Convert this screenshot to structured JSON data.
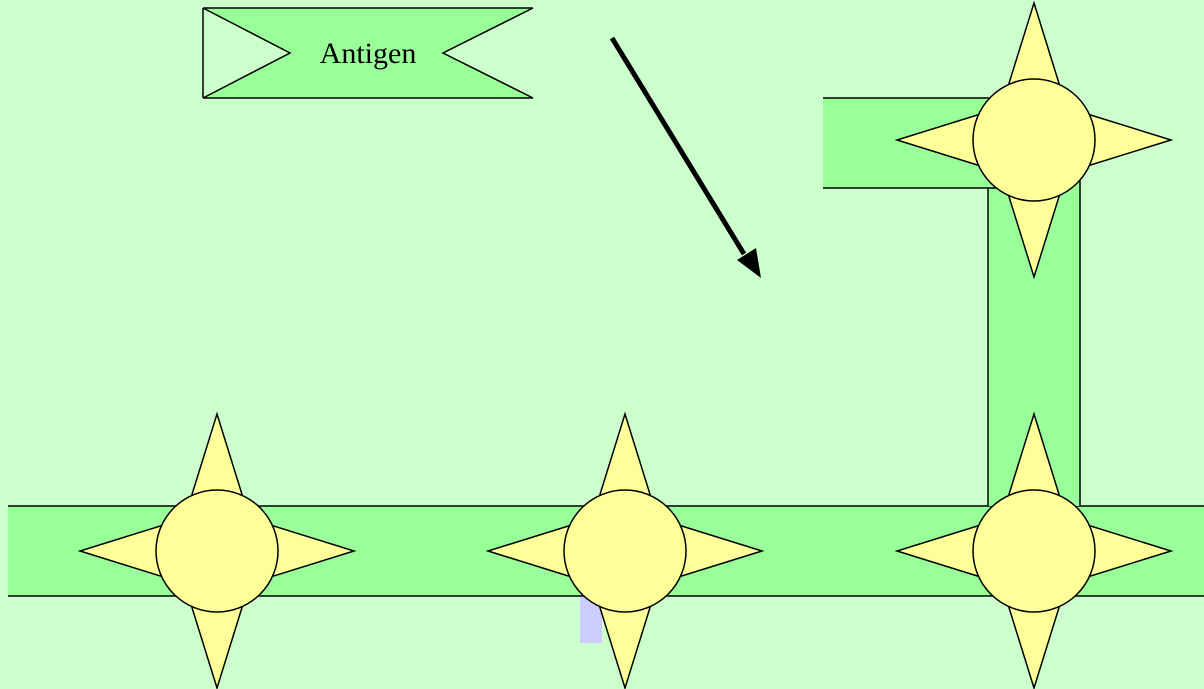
{
  "diagram": {
    "antigen_label": "Antigen"
  },
  "colors": {
    "background": "#ccffcc",
    "bar_fill": "#99ff99",
    "node_fill": "#ffff99",
    "shadow_fill": "#ccccff",
    "stroke": "#000000"
  },
  "icons": {
    "node": "four-point-star-with-circle",
    "arrow": "diagonal-arrow"
  }
}
